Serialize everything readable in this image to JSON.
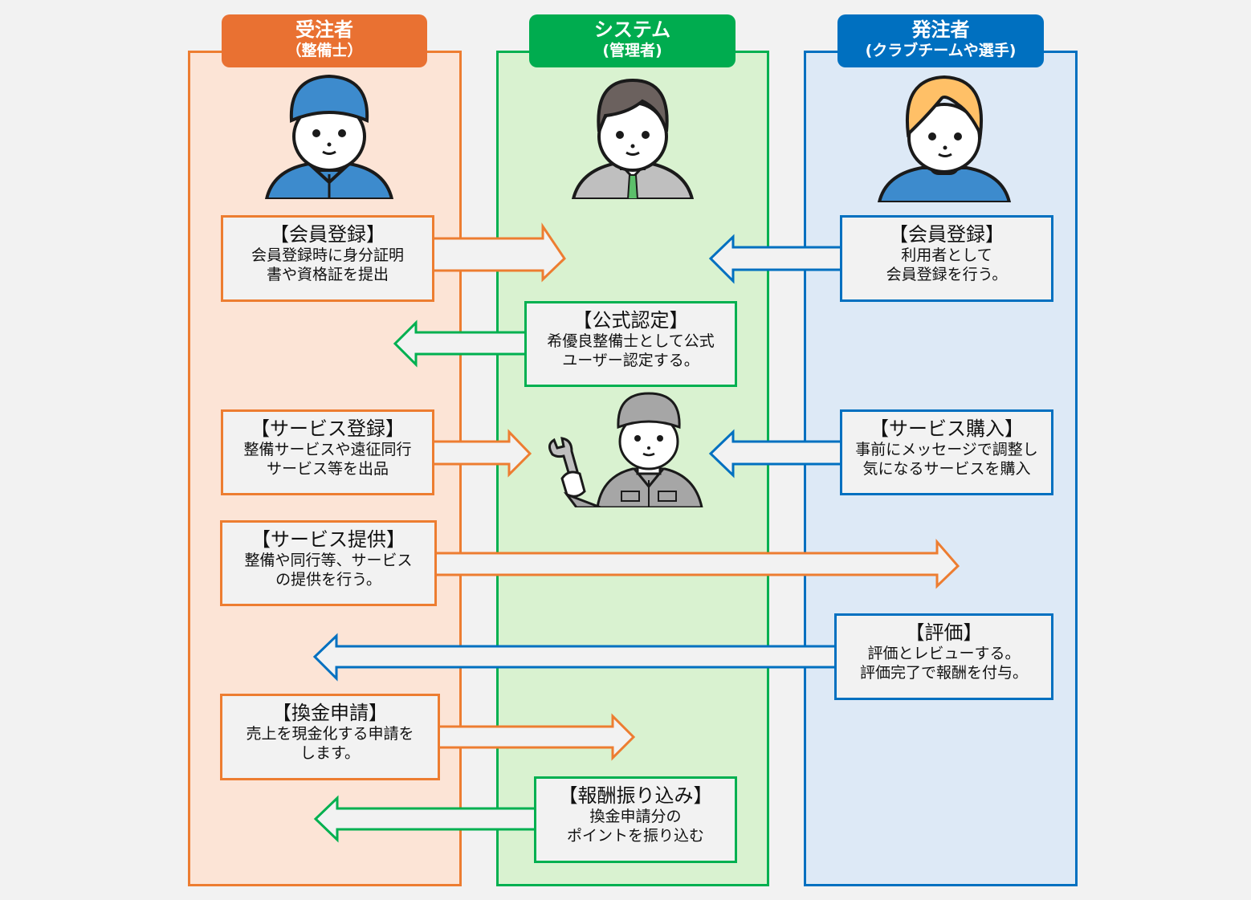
{
  "colors": {
    "background": "#f2f2f2",
    "contractor": "#ed7d31",
    "contractor_header": "#e97132",
    "contractor_fill": "#fce4d6",
    "system": "#00b050",
    "system_header": "#00ac4f",
    "system_fill": "#d9f2d0",
    "client": "#0070c0",
    "client_fill": "#dde9f6",
    "box_fill": "#f2f2f2"
  },
  "lanes": [
    {
      "id": "contractor",
      "title": "受注者",
      "subtitle": "（整備士）",
      "avatar": "mechanic-cap-avatar"
    },
    {
      "id": "system",
      "title": "システム",
      "subtitle": "(管理者)",
      "avatar": "admin-suit-avatar"
    },
    {
      "id": "client",
      "title": "発注者",
      "subtitle": "(クラブチームや選手)",
      "avatar": "client-avatar"
    }
  ],
  "steps": [
    {
      "id": "contractor-register",
      "lane": "contractor",
      "direction": "to-system",
      "title": "【会員登録】",
      "lines": [
        "会員登録時に身分証明",
        "書や資格証を提出"
      ]
    },
    {
      "id": "client-register",
      "lane": "client",
      "direction": "to-system",
      "title": "【会員登録】",
      "lines": [
        "利用者として",
        "会員登録を行う。"
      ]
    },
    {
      "id": "official-certification",
      "lane": "system",
      "direction": "to-contractor",
      "title": "【公式認定】",
      "lines": [
        "希優良整備士として公式",
        "ユーザー認定する。"
      ]
    },
    {
      "id": "service-register",
      "lane": "contractor",
      "direction": "to-system",
      "title": "【サービス登録】",
      "lines": [
        "整備サービスや遠征同行",
        "サービス等を出品"
      ]
    },
    {
      "id": "service-purchase",
      "lane": "client",
      "direction": "to-system",
      "title": "【サービス購入】",
      "lines": [
        "事前にメッセージで調整し",
        "気になるサービスを購入"
      ]
    },
    {
      "id": "service-provide",
      "lane": "contractor",
      "direction": "to-client",
      "title": "【サービス提供】",
      "lines": [
        "整備や同行等、サービス",
        "の提供を行う。"
      ]
    },
    {
      "id": "review",
      "lane": "client",
      "direction": "to-contractor",
      "title": "【評価】",
      "lines": [
        "評価とレビューする。",
        "評価完了で報酬を付与。"
      ]
    },
    {
      "id": "cash-request",
      "lane": "contractor",
      "direction": "to-system",
      "title": "【換金申請】",
      "lines": [
        "売上を現金化する申請を",
        "します。"
      ]
    },
    {
      "id": "reward-transfer",
      "lane": "system",
      "direction": "to-contractor",
      "title": "【報酬振り込み】",
      "lines": [
        "換金申請分の",
        "ポイントを振り込む"
      ]
    }
  ],
  "illustrations": [
    {
      "name": "mechanic-with-wrench",
      "lane": "system"
    }
  ]
}
